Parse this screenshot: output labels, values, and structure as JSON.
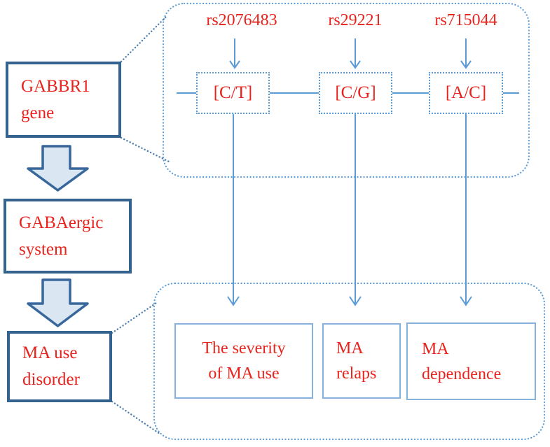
{
  "colors": {
    "accent_blue": "#5b9bd5",
    "tail_dot_blue": "#4d7fae",
    "dark_border_blue": "#35638f",
    "outcome_border_blue": "#85b2dc",
    "text_red": "#e8231d",
    "block_arrow_fill": "#dbe6f3"
  },
  "left_column": {
    "gene_box": {
      "line1": "GABBR1",
      "line2": "gene"
    },
    "system_box": {
      "line1": "GABAergic",
      "line2": "system"
    },
    "disorder_box": {
      "line1": "MA use",
      "line2": "disorder"
    }
  },
  "snp_panel": {
    "snps": [
      {
        "id": "rs2076483",
        "allele": "[C/T]"
      },
      {
        "id": "rs29221",
        "allele": "[C/G]"
      },
      {
        "id": "rs715044",
        "allele": "[A/C]"
      }
    ]
  },
  "outcome_panel": {
    "outcomes": [
      {
        "line1": "The severity",
        "line2": "of MA use"
      },
      {
        "line1": "MA",
        "line2": "relaps"
      },
      {
        "line1": "MA",
        "line2": "dependence"
      }
    ]
  }
}
